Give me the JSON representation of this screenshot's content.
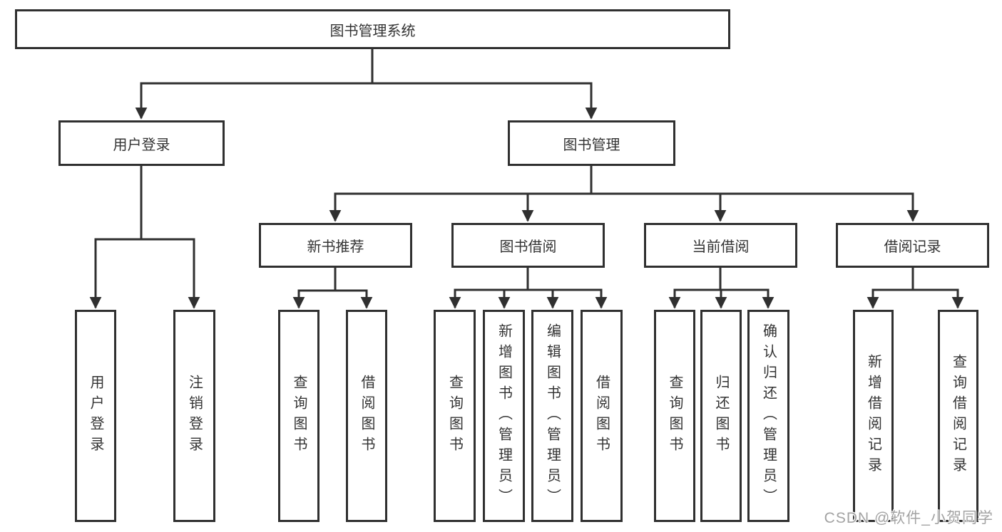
{
  "tree": {
    "label": "图书管理系统",
    "children": [
      {
        "label": "用户登录",
        "children": [
          {
            "label": "用户登录"
          },
          {
            "label": "注销登录"
          }
        ]
      },
      {
        "label": "图书管理",
        "children": [
          {
            "label": "新书推荐",
            "children": [
              {
                "label": "查询图书"
              },
              {
                "label": "借阅图书"
              }
            ]
          },
          {
            "label": "图书借阅",
            "children": [
              {
                "label": "查询图书"
              },
              {
                "label": "新增图书（管理员）"
              },
              {
                "label": "编辑图书（管理员）"
              },
              {
                "label": "借阅图书"
              }
            ]
          },
          {
            "label": "当前借阅",
            "children": [
              {
                "label": "查询图书"
              },
              {
                "label": "归还图书"
              },
              {
                "label": "确认归还（管理员）"
              }
            ]
          },
          {
            "label": "借阅记录",
            "children": [
              {
                "label": "新增借阅记录"
              },
              {
                "label": "查询借阅记录"
              }
            ]
          }
        ]
      }
    ]
  },
  "watermark": "CSDN @软件_小贺同学",
  "colors": {
    "line": "#303030",
    "text": "#333333",
    "watermark_text": "#a3a3a3",
    "background": "#ffffff"
  }
}
